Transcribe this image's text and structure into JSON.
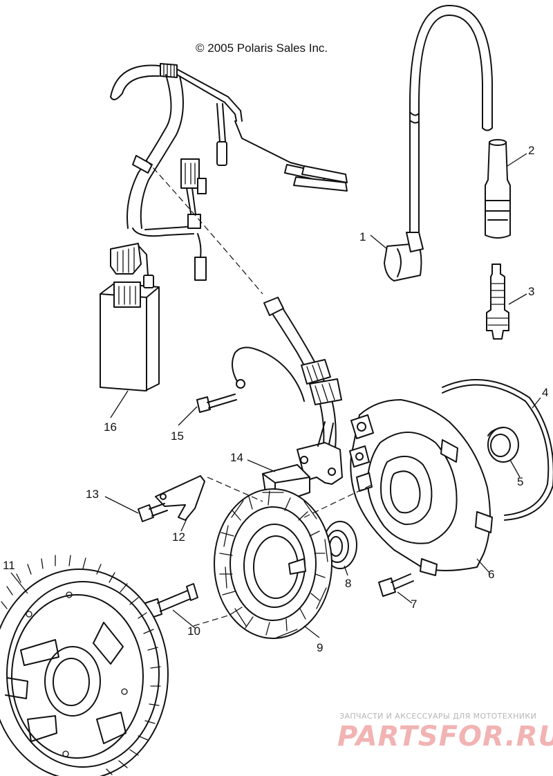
{
  "copyright": "© 2005 Polaris Sales Inc.",
  "callouts": [
    "1",
    "2",
    "3",
    "4",
    "5",
    "6",
    "7",
    "8",
    "9",
    "10",
    "11",
    "12",
    "13",
    "14",
    "15",
    "16"
  ],
  "watermark": {
    "subtitle": "ЗАПЧАСТИ И АКСЕССУАРЫ ДЛЯ МОТОТЕХНИКИ",
    "logo": "PartsFor.ru"
  },
  "colors": {
    "line": "#111111",
    "watermark": "#f2b3b3"
  }
}
